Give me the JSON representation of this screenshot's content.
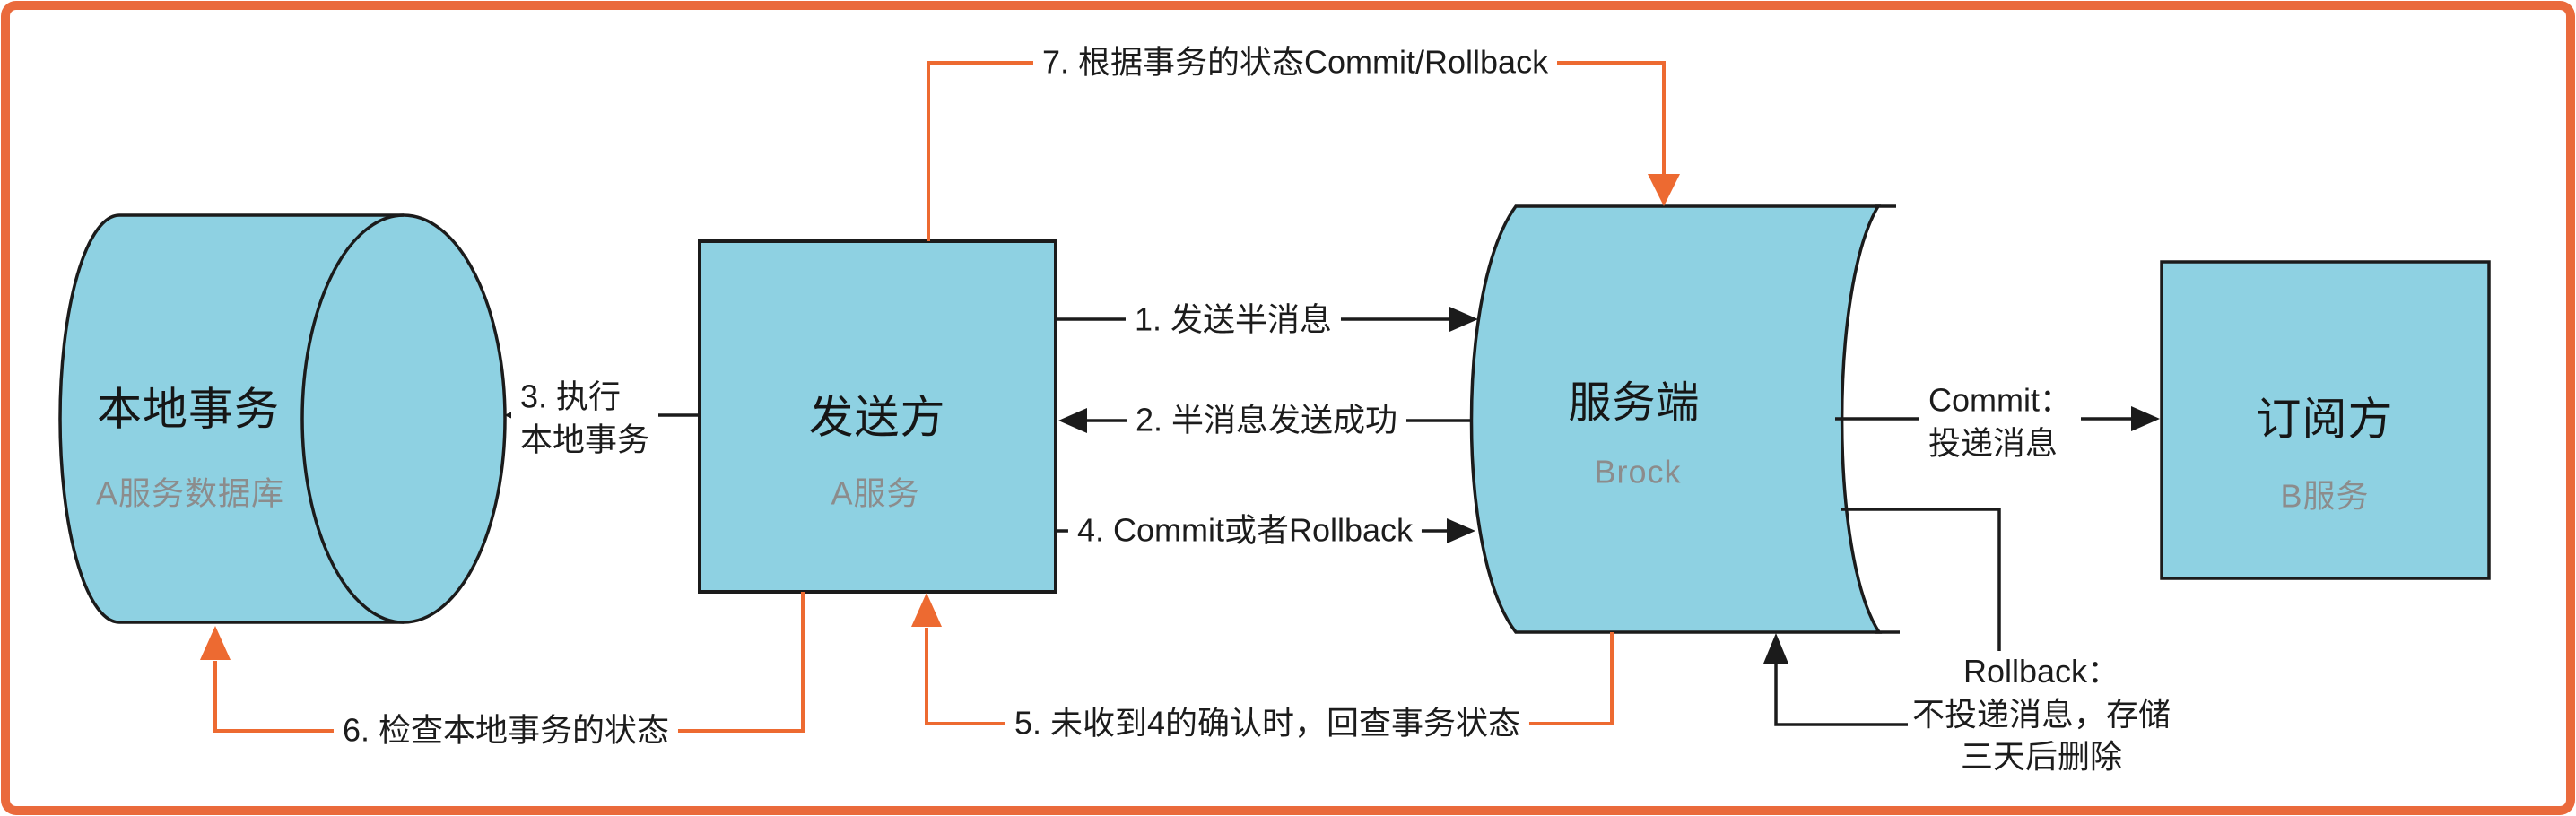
{
  "nodes": {
    "local_db": {
      "title": "本地事务",
      "subtitle": "A服务数据库",
      "shape": "horizontal-cylinder"
    },
    "sender": {
      "title": "发送方",
      "subtitle": "A服务",
      "shape": "rectangle"
    },
    "broker": {
      "title": "服务端",
      "subtitle": "Brock",
      "shape": "horizontal-cylinder"
    },
    "subscriber": {
      "title": "订阅方",
      "subtitle": "B服务",
      "shape": "rectangle"
    }
  },
  "edges": {
    "e1": {
      "label": "1. 发送半消息",
      "from": "sender",
      "to": "broker",
      "color": "black"
    },
    "e2": {
      "label": "2. 半消息发送成功",
      "from": "broker",
      "to": "sender",
      "color": "black"
    },
    "e3": {
      "label_line1": "3. 执行",
      "label_line2": "本地事务",
      "from": "sender",
      "to": "local_db",
      "color": "black"
    },
    "e4": {
      "label": "4. Commit或者Rollback",
      "from": "sender",
      "to": "broker",
      "color": "black"
    },
    "e5": {
      "label": "5. 未收到4的确认时，回查事务状态",
      "from": "broker",
      "to": "sender",
      "color": "orange"
    },
    "e6": {
      "label": "6. 检查本地事务的状态",
      "from": "sender",
      "to": "local_db",
      "color": "orange"
    },
    "e7": {
      "label": "7. 根据事务的状态Commit/Rollback",
      "from": "sender",
      "to": "broker",
      "color": "orange"
    },
    "commit": {
      "label_line1": "Commit：",
      "label_line2": "投递消息",
      "from": "broker",
      "to": "subscriber",
      "color": "black"
    },
    "rollback": {
      "label_line1": "Rollback：",
      "label_line2": "不投递消息，存储",
      "label_line3": "三天后删除",
      "from": "broker",
      "to": "broker",
      "color": "black"
    }
  },
  "colors": {
    "node_fill": "#8ED1E2",
    "node_stroke": "#1b1b1b",
    "orange_accent": "#ED6A31",
    "frame_orange": "#EA6A3C",
    "subtitle_gray": "#8C8C8C",
    "label_text": "#1C1C1C",
    "background": "#FFFFFF"
  }
}
